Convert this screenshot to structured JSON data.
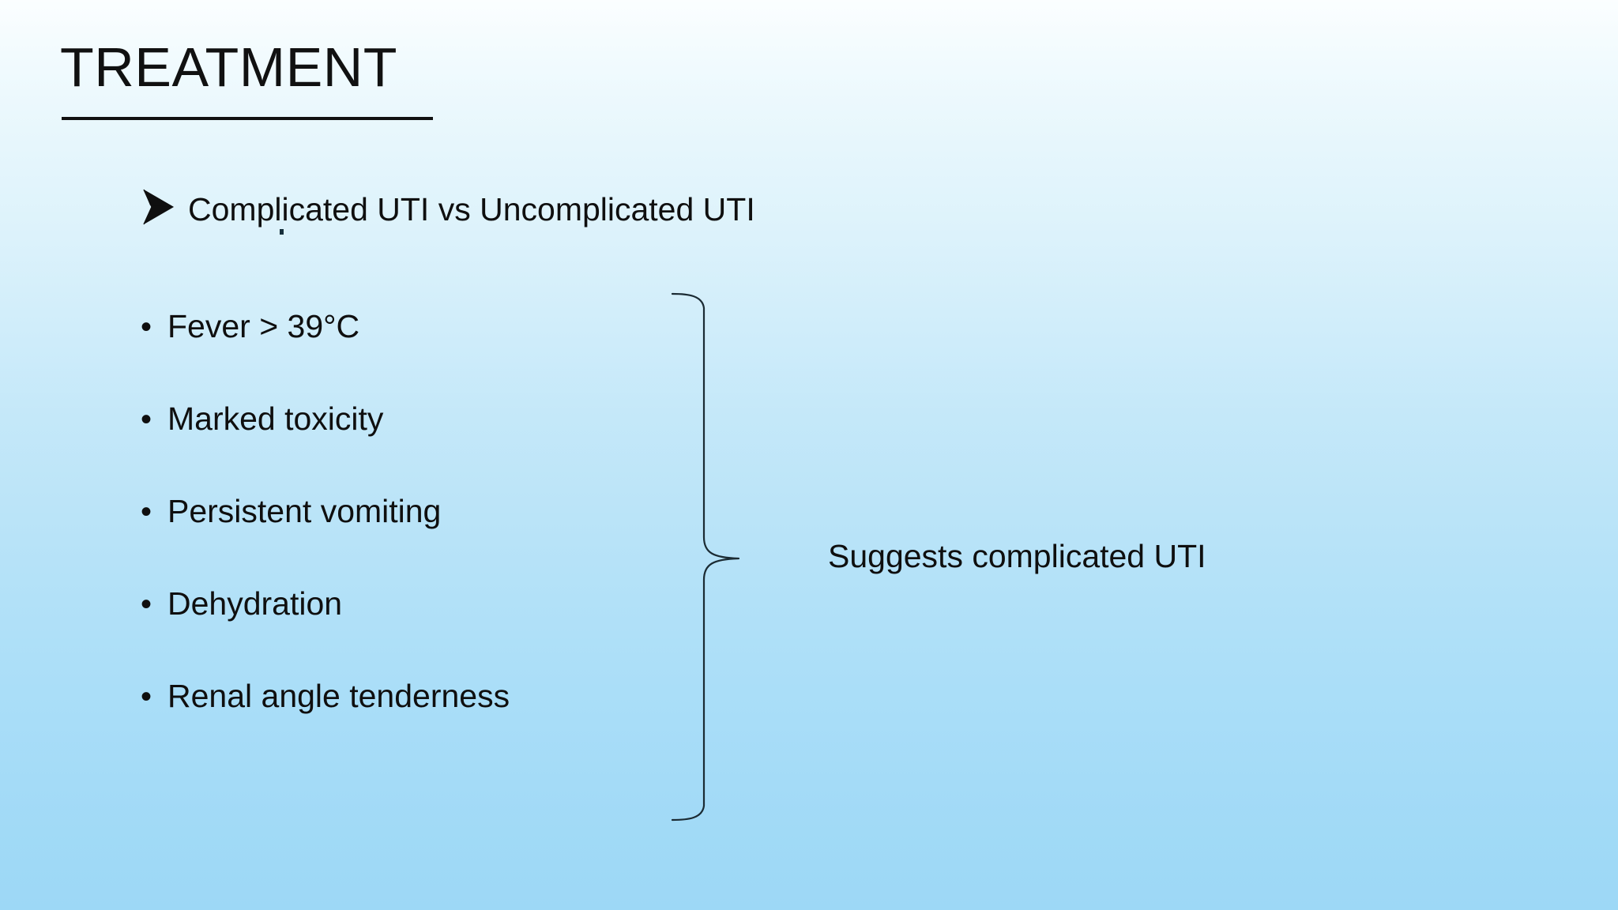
{
  "slide": {
    "title": "TREATMENT",
    "background": {
      "top_color": "#fbfeff",
      "bottom_color": "#9dd8f6"
    },
    "text_color": "#0f0f0f"
  },
  "lead_point": {
    "bullet_icon": "arrow-bullet-icon",
    "text": "Complicated UTI vs Uncomplicated UTI"
  },
  "criteria": {
    "bullet_icon": "round-bullet-icon",
    "bullet_char": "•",
    "items": [
      {
        "label": "Fever > 39°C"
      },
      {
        "label": "Marked toxicity"
      },
      {
        "label": "Persistent vomiting"
      },
      {
        "label": "Dehydration"
      },
      {
        "label": "Renal angle tenderness"
      }
    ]
  },
  "grouping": {
    "brace_icon": "left-facing-curly-brace-icon",
    "conclusion": "Suggests complicated UTI"
  }
}
